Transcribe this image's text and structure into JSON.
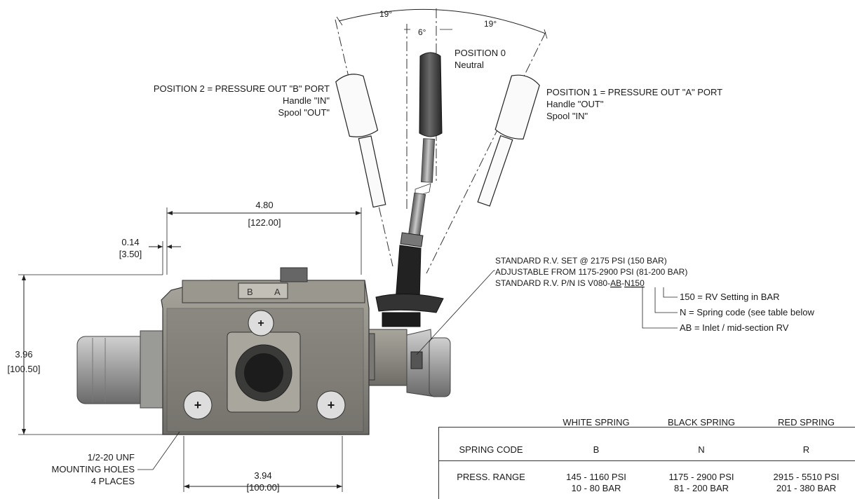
{
  "angles": {
    "left": "19°",
    "right": "19°",
    "center": "6°"
  },
  "positions": {
    "pos0": [
      "POSITION 0",
      "Neutral"
    ],
    "pos2": [
      "POSITION 2 = PRESSURE OUT \"B\" PORT",
      "Handle \"IN\"",
      "Spool \"OUT\""
    ],
    "pos1": [
      "POSITION 1 = PRESSURE OUT \"A\" PORT",
      "Handle \"OUT\"",
      "Spool \"IN\""
    ]
  },
  "dimensions": {
    "width_in": "4.80",
    "width_mm": "[122.00]",
    "offset_in": "0.14",
    "offset_mm": "[3.50]",
    "height_in": "3.96",
    "height_mm": "[100.50]",
    "holes_in": "3.94",
    "holes_mm": "[100.00]"
  },
  "mounting_note": [
    "1/2-20 UNF",
    "MOUNTING HOLES",
    "4 PLACES"
  ],
  "port_labels": {
    "b": "B",
    "a": "A"
  },
  "relief_valve": {
    "lines": [
      "STANDARD R.V. SET @ 2175 PSI (150 BAR)",
      "ADJUSTABLE FROM 1175-2900 PSI (81-200 BAR)"
    ],
    "pn_prefix": "STANDARD R.V. P/N IS V080-",
    "pn_ab": "AB",
    "pn_dash": "-",
    "pn_n": "N",
    "pn_150": "150",
    "callouts": [
      "150 = RV Setting in BAR",
      "N = Spring code (see table below",
      "AB = Inlet / mid-section RV"
    ]
  },
  "spring_table": {
    "columns": [
      "WHITE SPRING",
      "BLACK SPRING",
      "RED SPRING"
    ],
    "code_label": "SPRING CODE",
    "codes": [
      "B",
      "N",
      "R"
    ],
    "range_label": "PRESS. RANGE",
    "ranges_psi": [
      "145 - 1160 PSI",
      "1175 - 2900 PSI",
      "2915 - 5510 PSI"
    ],
    "ranges_bar": [
      "10 - 80 BAR",
      "81 - 200 BAR",
      "201 - 380 BAR"
    ]
  },
  "colors": {
    "body": "#8c8a82",
    "body_dark": "#5c5a54",
    "handle": "#3a3a3a",
    "cap": "#b8b8b8",
    "line": "#222222"
  }
}
